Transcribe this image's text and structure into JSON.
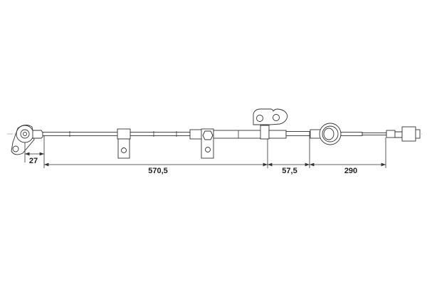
{
  "drawing": {
    "dimensions": [
      {
        "label": "27"
      },
      {
        "label": "570,5"
      },
      {
        "label": "57,5"
      },
      {
        "label": "290"
      }
    ]
  }
}
